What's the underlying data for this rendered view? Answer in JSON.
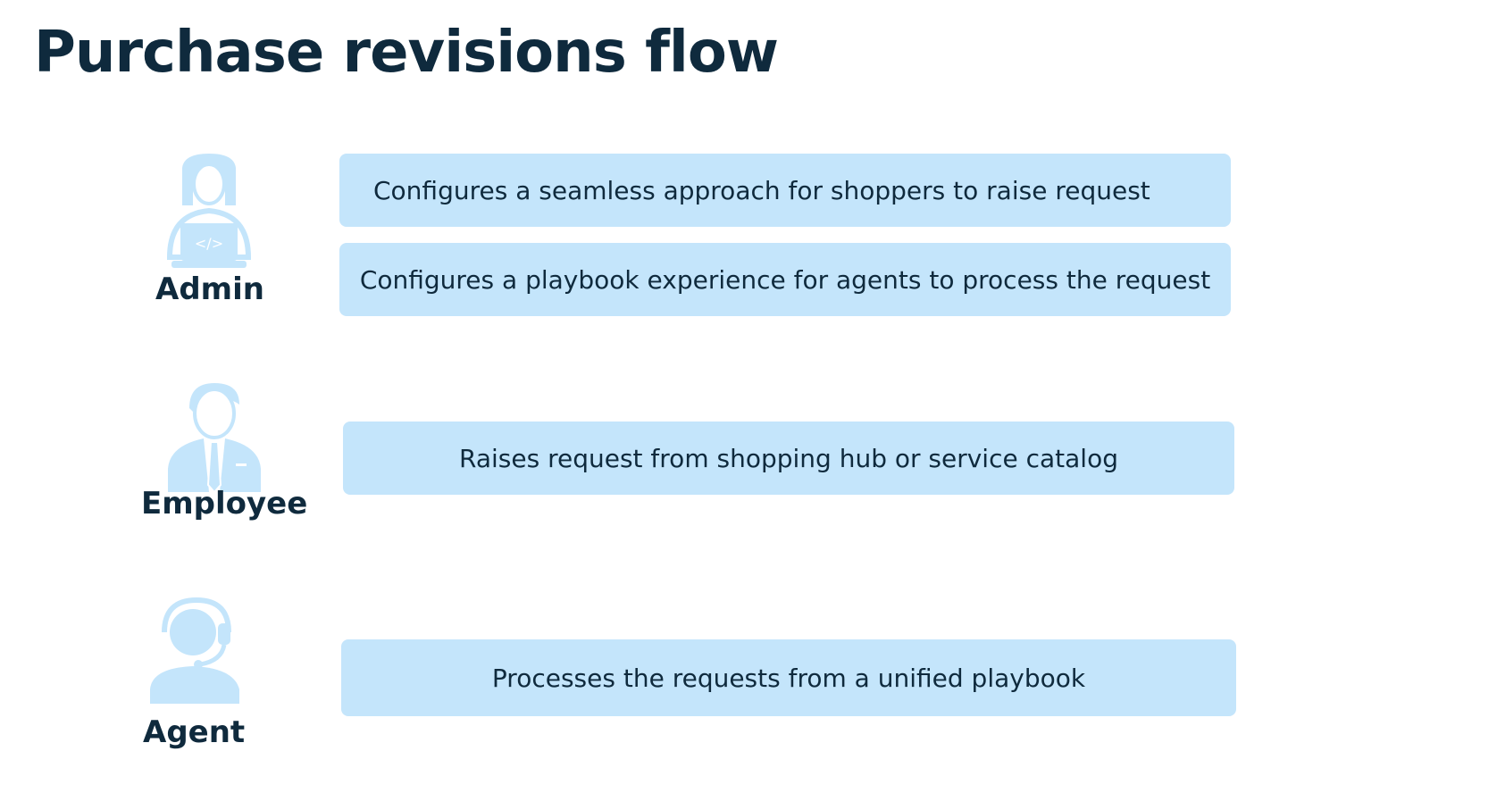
{
  "title": "Purchase revisions flow",
  "colors": {
    "title_text": "#0f2a3d",
    "box_fill": "#c4e5fb",
    "icon_fill": "#c4e5fb"
  },
  "roles": [
    {
      "label": "Admin",
      "icon": "admin-laptop-icon",
      "actions": [
        "Configures a seamless approach for shoppers to raise request",
        "Configures a playbook experience for agents to process the request"
      ]
    },
    {
      "label": "Employee",
      "icon": "employee-tie-icon",
      "actions": [
        "Raises request from shopping hub or service catalog"
      ]
    },
    {
      "label": "Agent",
      "icon": "agent-headset-icon",
      "actions": [
        "Processes the requests from a unified playbook"
      ]
    }
  ]
}
